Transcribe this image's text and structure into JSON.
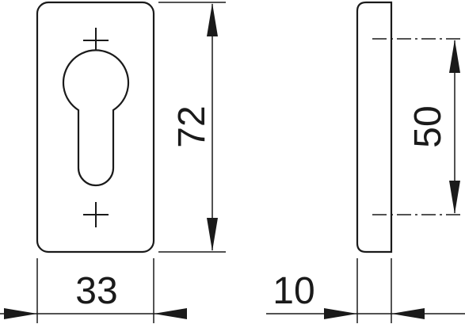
{
  "dimensions": {
    "plate_height": "72",
    "hole_spacing": "50",
    "plate_width": "33",
    "plate_thickness": "10"
  }
}
